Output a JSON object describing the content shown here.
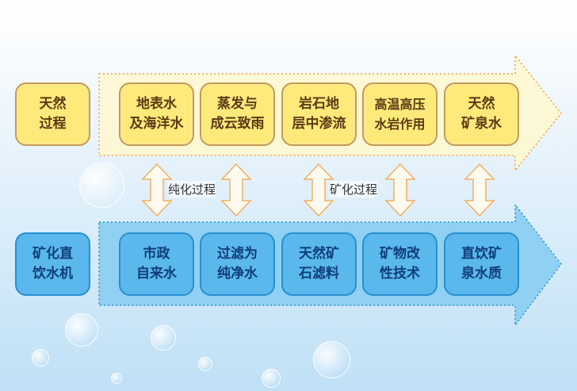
{
  "top_row": {
    "header": "天然\n过程",
    "steps": [
      "地表水\n及海洋水",
      "蒸发与\n成云致雨",
      "岩石地\n层中渗流",
      "高温高压\n水岩作用",
      "天然\n矿泉水"
    ]
  },
  "bottom_row": {
    "header": "矿化直\n饮水机",
    "steps": [
      "市政\n自来水",
      "过滤为\n纯净水",
      "天然矿\n石滤料",
      "矿物改\n性技术",
      "直饮矿\n泉水质"
    ]
  },
  "links": {
    "purification_label": "纯化过程",
    "mineralization_label": "矿化过程"
  },
  "colors": {
    "top_fill": "#fdea7a",
    "top_border": "#c79a4e",
    "bottom_fill": "#5ab8ec",
    "bottom_border": "#2a8fcf",
    "band_top": "#fff8cf",
    "band_bottom": "#8fd0f3"
  }
}
